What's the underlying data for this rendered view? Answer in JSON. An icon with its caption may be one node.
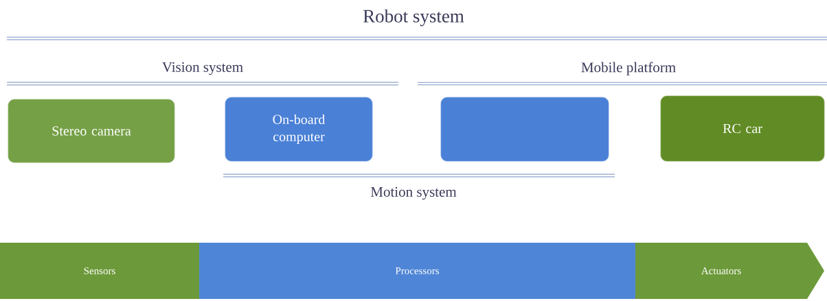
{
  "diagram": {
    "title": "Robot system",
    "nodes": [
      {
        "text": [
          "Stereo camera"
        ]
      },
      {
        "text": [
          "On-board computer"
        ]
      },
      {
        "text": [],
        "shape": "box"
      },
      {
        "text": [
          "RC car"
        ]
      },
      {
        "text": [
          "Sensors"
        ]
      },
      {
        "text": [
          "Processors"
        ]
      },
      {
        "text": [
          "Actuators"
        ]
      }
    ],
    "labels": [
      "Vision system",
      "Mobile platform",
      "Motion system"
    ]
  }
}
